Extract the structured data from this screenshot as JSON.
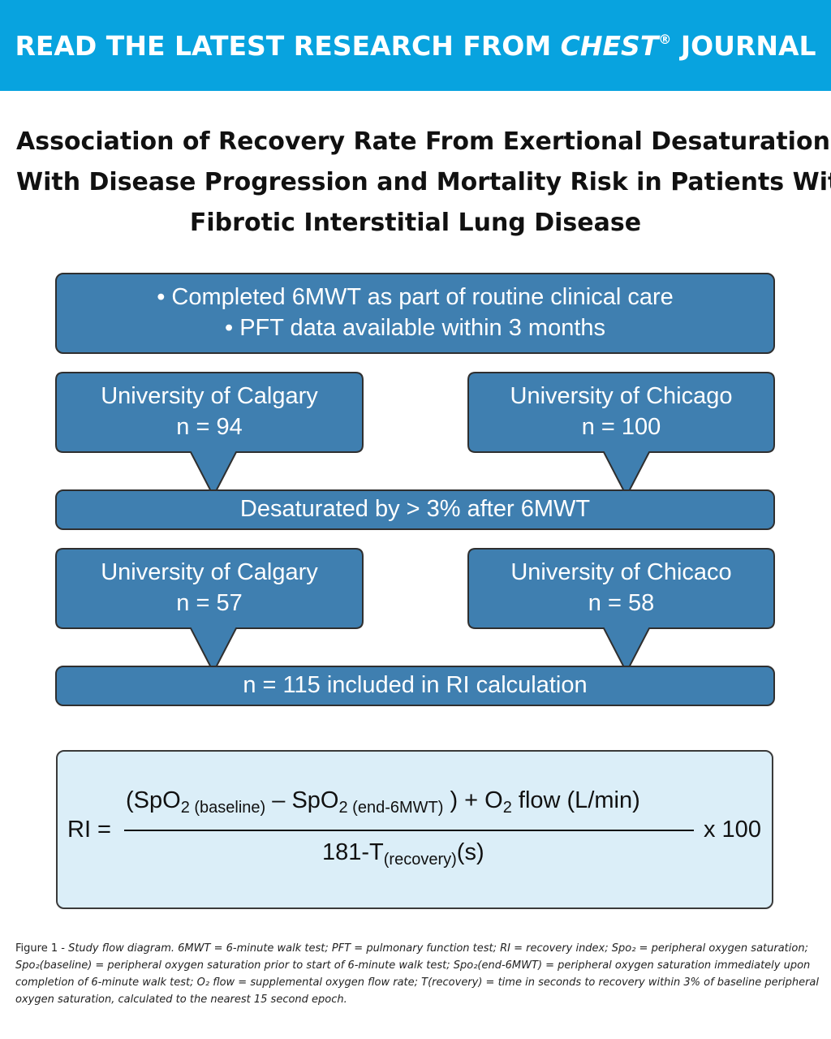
{
  "banner": {
    "prefix": "READ THE LATEST RESEARCH FROM ",
    "journal": "CHEST",
    "reg": "®",
    "suffix": " JOURNAL"
  },
  "title": {
    "line1": "Association of Recovery Rate From Exertional Desaturation",
    "line2": "With Disease Progression and Mortality Risk in Patients With",
    "line3": "Fibrotic Interstitial Lung Disease"
  },
  "flow": {
    "box_color": "#3f7fb0",
    "inclusion": {
      "line1": "• Completed 6MWT as part of routine clinical care",
      "line2": "• PFT data available within 3 months"
    },
    "stage1": {
      "left": {
        "site": "University of Calgary",
        "n": "n = 94"
      },
      "right": {
        "site": "University of Chicago",
        "n": "n = 100"
      }
    },
    "filter": "Desaturated by > 3% after 6MWT",
    "stage2": {
      "left": {
        "site": "University of Calgary",
        "n": "n = 57"
      },
      "right": {
        "site": "University of Chicaco",
        "n": "n = 58"
      }
    },
    "final": "n = 115 included in RI calculation"
  },
  "formula": {
    "lhs": "RI =",
    "num_a": "(SpO",
    "num_a_sub": "2 (baseline)",
    "num_b": " – SpO",
    "num_b_sub": "2 (end-6MWT)",
    "num_c": " ) + O",
    "num_c_sub": "2",
    "num_d": " flow (L/min)",
    "den_a": "181-T",
    "den_sub": "(recovery)",
    "den_b": "(s)",
    "multiplier": "x 100"
  },
  "caption": {
    "label": "Figure 1 - ",
    "text": "Study flow diagram. 6MWT = 6-minute walk test; PFT = pulmonary function test; RI = recovery index; Spo₂ = peripheral oxygen saturation; Spo₂(baseline) = peripheral oxygen saturation prior to start of 6-minute walk test; Spo₂(end-6MWT) = peripheral oxygen saturation immediately upon completion of 6-minute walk test; O₂ flow = supplemental oxygen flow rate; T(recovery) = time in seconds to recovery within 3% of baseline peripheral oxygen saturation, calculated to the nearest 15 second epoch."
  }
}
